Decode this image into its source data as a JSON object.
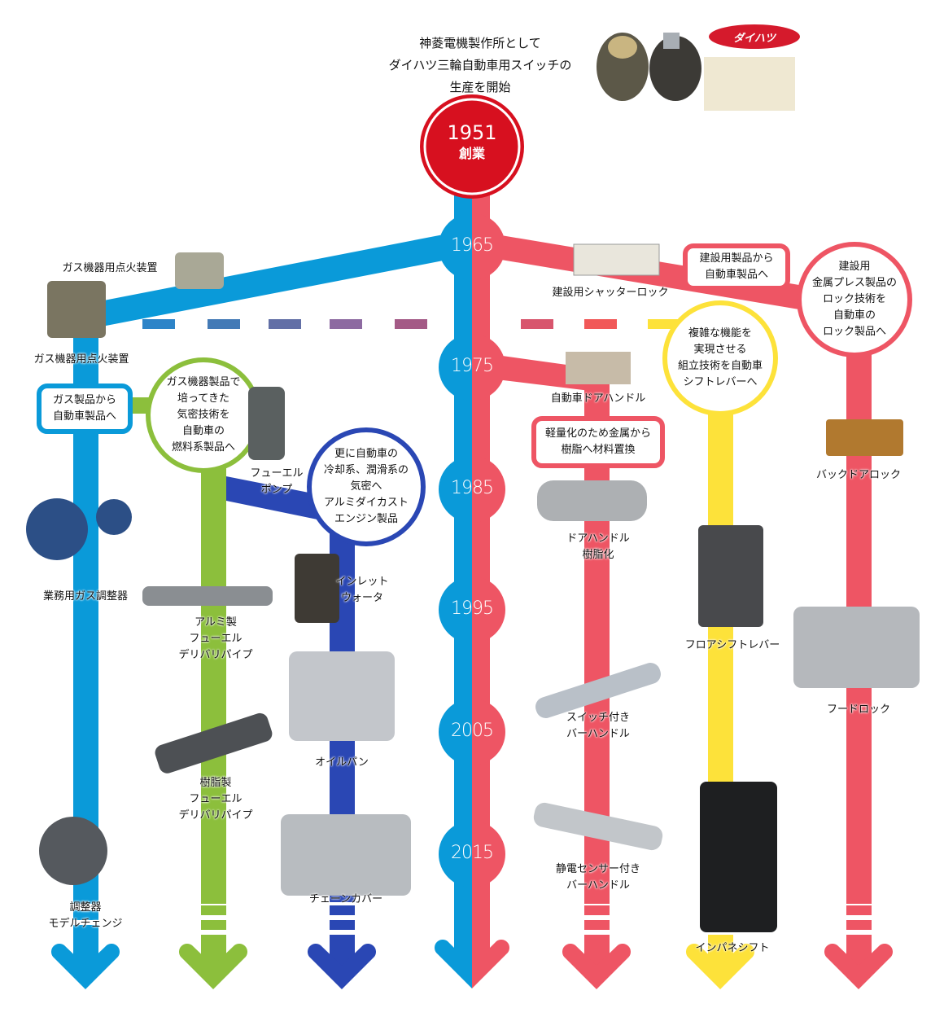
{
  "colors": {
    "blue": "#0a9ad9",
    "red": "#ee5564",
    "green": "#8cbf3c",
    "navy": "#2a47b4",
    "yellow": "#fde23a",
    "founding_red": "#d7101f"
  },
  "intro": {
    "text": "神菱電機製作所として\nダイハツ三輪自動車用スイッチの\n生産を開始",
    "logo_text": "ダイハツ"
  },
  "founding": {
    "year": "1951",
    "label": "創業"
  },
  "years": [
    "1965",
    "1975",
    "1985",
    "1995",
    "2005",
    "2015"
  ],
  "bubbles": {
    "gas_to_auto": "ガス製品から\n自動車製品へ",
    "fuel_system": "ガス機器製品で\n培ってきた\n気密技術を\n自動車の\n燃料系製品へ",
    "engine": "更に自動車の\n冷却系、潤滑系の\n気密へ\nアルミダイカスト\nエンジン製品",
    "construction_to_auto": "建設用製品から\n自動車製品へ",
    "lock": "建設用\n金属プレス製品の\nロック技術を\n自動車の\nロック製品へ",
    "shift": "複雑な機能を\n実現させる\n組立技術を自動車\nシフトレバーへ",
    "resin": "軽量化のため金属から\n樹脂へ材料置換"
  },
  "products": {
    "gas_igniter_1": "ガス機器用点火装置",
    "gas_igniter_2": "ガス機器用点火装置",
    "gas_regulator": "業務用ガス調整器",
    "regulator_model_change": "調整器\nモデルチェンジ",
    "fuel_pump": "フューエル\nポンプ",
    "alu_fuel_pipe": "アルミ製\nフューエル\nデリバリパイプ",
    "resin_fuel_pipe": "樹脂製\nフューエル\nデリバリパイプ",
    "inlet_water": "インレット\nウォータ",
    "oil_pan": "オイルパン",
    "chain_cover": "チェーンカバー",
    "shutter_lock": "建設用シャッターロック",
    "car_door_handle": "自動車ドアハンドル",
    "resin_door_handle": "ドアハンドル\n樹脂化",
    "switch_bar_handle": "スイッチ付き\nバーハンドル",
    "sensor_bar_handle": "静電センサー付き\nバーハンドル",
    "floor_shift": "フロアシフトレバー",
    "inpane_shift": "インパネシフト",
    "back_door_lock": "バックドアロック",
    "hood_lock": "フードロック"
  }
}
